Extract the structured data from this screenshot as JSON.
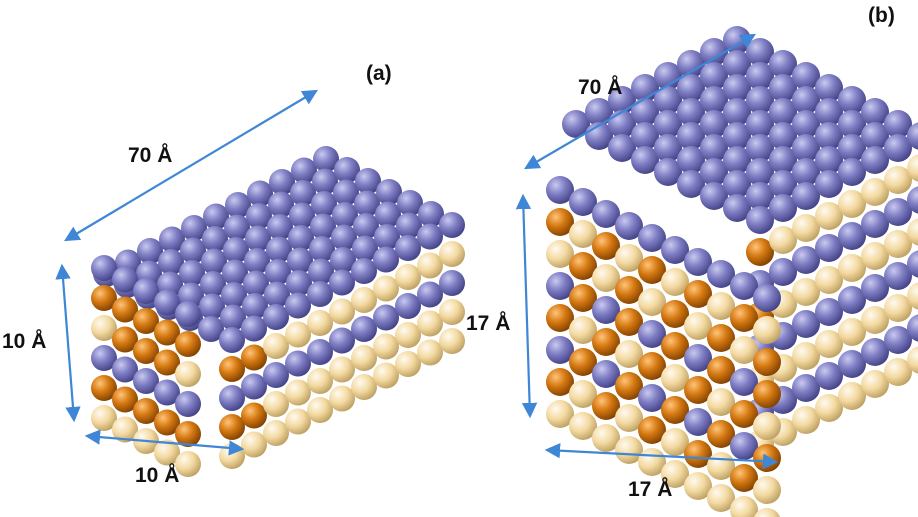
{
  "panels": [
    {
      "id": "a",
      "label": "(a)",
      "dimensions": {
        "length": "70 Å",
        "height": "10 Å",
        "width": "10 Å"
      }
    },
    {
      "id": "b",
      "label": "(b)",
      "dimensions": {
        "length": "70 Å",
        "height": "17 Å",
        "width": "17 Å"
      }
    }
  ],
  "colors": {
    "atom_purple": "#7a79bf",
    "atom_orange": "#d47a10",
    "atom_cream": "#f3d9a0",
    "arrow": "#3f86d6",
    "text": "#111111"
  }
}
